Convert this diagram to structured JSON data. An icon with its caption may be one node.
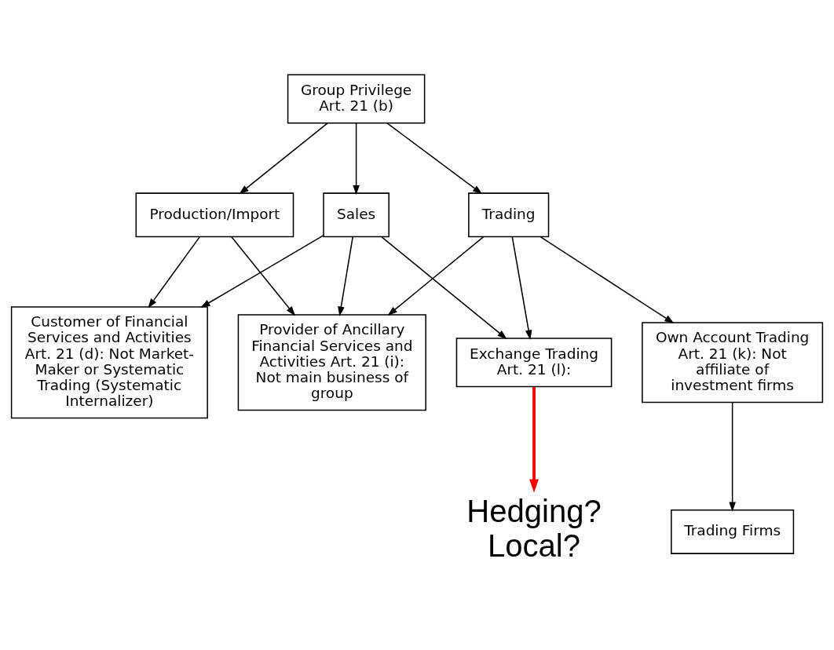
{
  "diagram": {
    "nodes": [
      {
        "text": [
          "Group Privilege Art. 21 (b)"
        ]
      },
      {
        "text": [
          "Production/Import"
        ]
      },
      {
        "text": [
          "Sales"
        ]
      },
      {
        "text": [
          "Trading"
        ]
      },
      {
        "text": [
          "Customer of Financial Services and Activities Art. 21 (d): Not Market-Maker or Systematic Trading (Systematic Internalizer)"
        ]
      },
      {
        "text": [
          "Provider of Ancillary Financial Services and Activities Art. 21 (i): Not main business of group"
        ]
      },
      {
        "text": [
          "Exchange Trading Art. 21 (l):"
        ]
      },
      {
        "text": [
          "Own Account Trading Art. 21 (k): Not affiliate of investment firms"
        ]
      },
      {
        "text": [
          "Hedging?",
          "Local?"
        ]
      },
      {
        "text": [
          "Trading Firms"
        ]
      }
    ],
    "edges": [
      {
        "from": 0,
        "to": 1,
        "arrow": "to"
      },
      {
        "from": 0,
        "to": 2,
        "arrow": "to"
      },
      {
        "from": 0,
        "to": 3,
        "arrow": "to"
      },
      {
        "from": 1,
        "to": 4,
        "arrow": "to"
      },
      {
        "from": 1,
        "to": 5,
        "arrow": "to"
      },
      {
        "from": 2,
        "to": 4,
        "arrow": "to"
      },
      {
        "from": 2,
        "to": 5,
        "arrow": "to"
      },
      {
        "from": 2,
        "to": 6,
        "arrow": "to"
      },
      {
        "from": 3,
        "to": 5,
        "arrow": "to"
      },
      {
        "from": 3,
        "to": 6,
        "arrow": "to"
      },
      {
        "from": 3,
        "to": 7,
        "arrow": "to"
      },
      {
        "from": 7,
        "to": 9,
        "arrow": "to"
      },
      {
        "from": 6,
        "to": 8,
        "arrow": "to",
        "style": "thick",
        "color": "#ff0000"
      }
    ]
  }
}
